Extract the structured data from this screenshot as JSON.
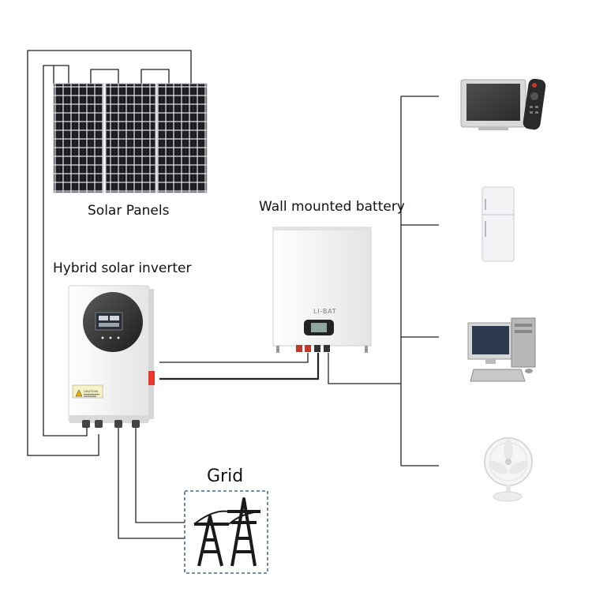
{
  "labels": {
    "solar_panels": "Solar Panels",
    "wall_battery": "Wall mounted battery",
    "hybrid_inverter": "Hybrid solar inverter",
    "grid": "Grid"
  },
  "battery": {
    "brand": "LI-BAT"
  },
  "inverter": {
    "caution": "CAUTION"
  },
  "appliances": [
    "tv-with-remote",
    "refrigerator",
    "desktop-computer",
    "desk-fan"
  ],
  "colors": {
    "wire": "#222222",
    "device_body": "#f2f2f2",
    "panel_cell": "#1c1c22",
    "grid_box_border": "#4a6a8a"
  }
}
